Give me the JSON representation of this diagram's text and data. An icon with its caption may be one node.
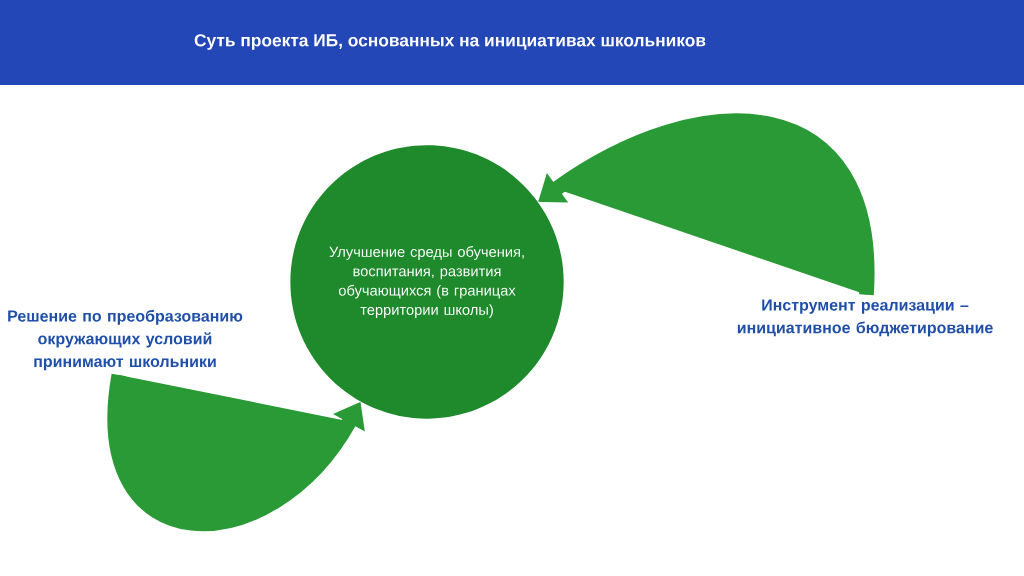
{
  "diagram": {
    "title": "Суть проекта ИБ, основанных на инициативах школьников",
    "nodes": [
      {
        "text": [
          "Улучшение среды обучения, воспитания, развития обучающихся (в границах территории школы)"
        ]
      },
      {
        "text": [
          "Решение по преобразованию окружающих условий принимают школьники"
        ]
      },
      {
        "text": [
          "Инструмент реализации – инициативное бюджетирование"
        ]
      }
    ],
    "edges": [
      {
        "from": 1,
        "to": 0,
        "arrow": "to"
      },
      {
        "from": 2,
        "to": 0,
        "arrow": "to"
      }
    ]
  }
}
